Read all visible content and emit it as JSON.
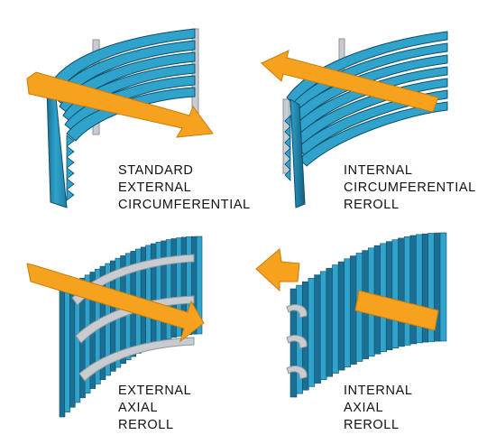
{
  "panels": [
    {
      "id": "standard-external-circumferential",
      "lines": [
        "STANDARD",
        "EXTERNAL",
        "CIRCUMFERENTIAL"
      ]
    },
    {
      "id": "internal-circumferential-reroll",
      "lines": [
        "INTERNAL",
        "CIRCUMFERENTIAL",
        "REROLL"
      ]
    },
    {
      "id": "external-axial-reroll",
      "lines": [
        "EXTERNAL",
        "AXIAL",
        "REROLL"
      ]
    },
    {
      "id": "internal-axial-reroll",
      "lines": [
        "INTERNAL",
        "AXIAL",
        "REROLL"
      ]
    }
  ],
  "colors": {
    "screen_light": "#2fa3cc",
    "screen_dark": "#1a6f92",
    "screen_edge": "#0f4e69",
    "support_rod": "#c8ccd0",
    "support_rod_shade": "#8e959b",
    "flow_arrow": "#f6a21e",
    "flow_arrow_edge": "#c97c0c"
  }
}
